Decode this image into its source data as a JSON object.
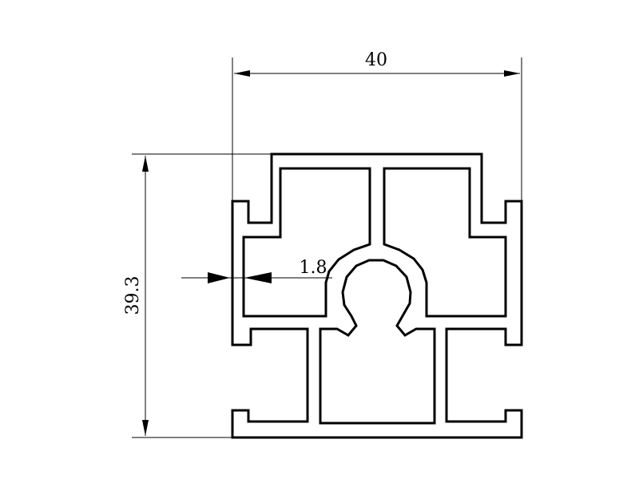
{
  "drawing": {
    "width_label": "40",
    "height_label": "39.3",
    "wall_label": "1.8"
  },
  "colors": {
    "line": "#000000",
    "background": "#ffffff"
  }
}
